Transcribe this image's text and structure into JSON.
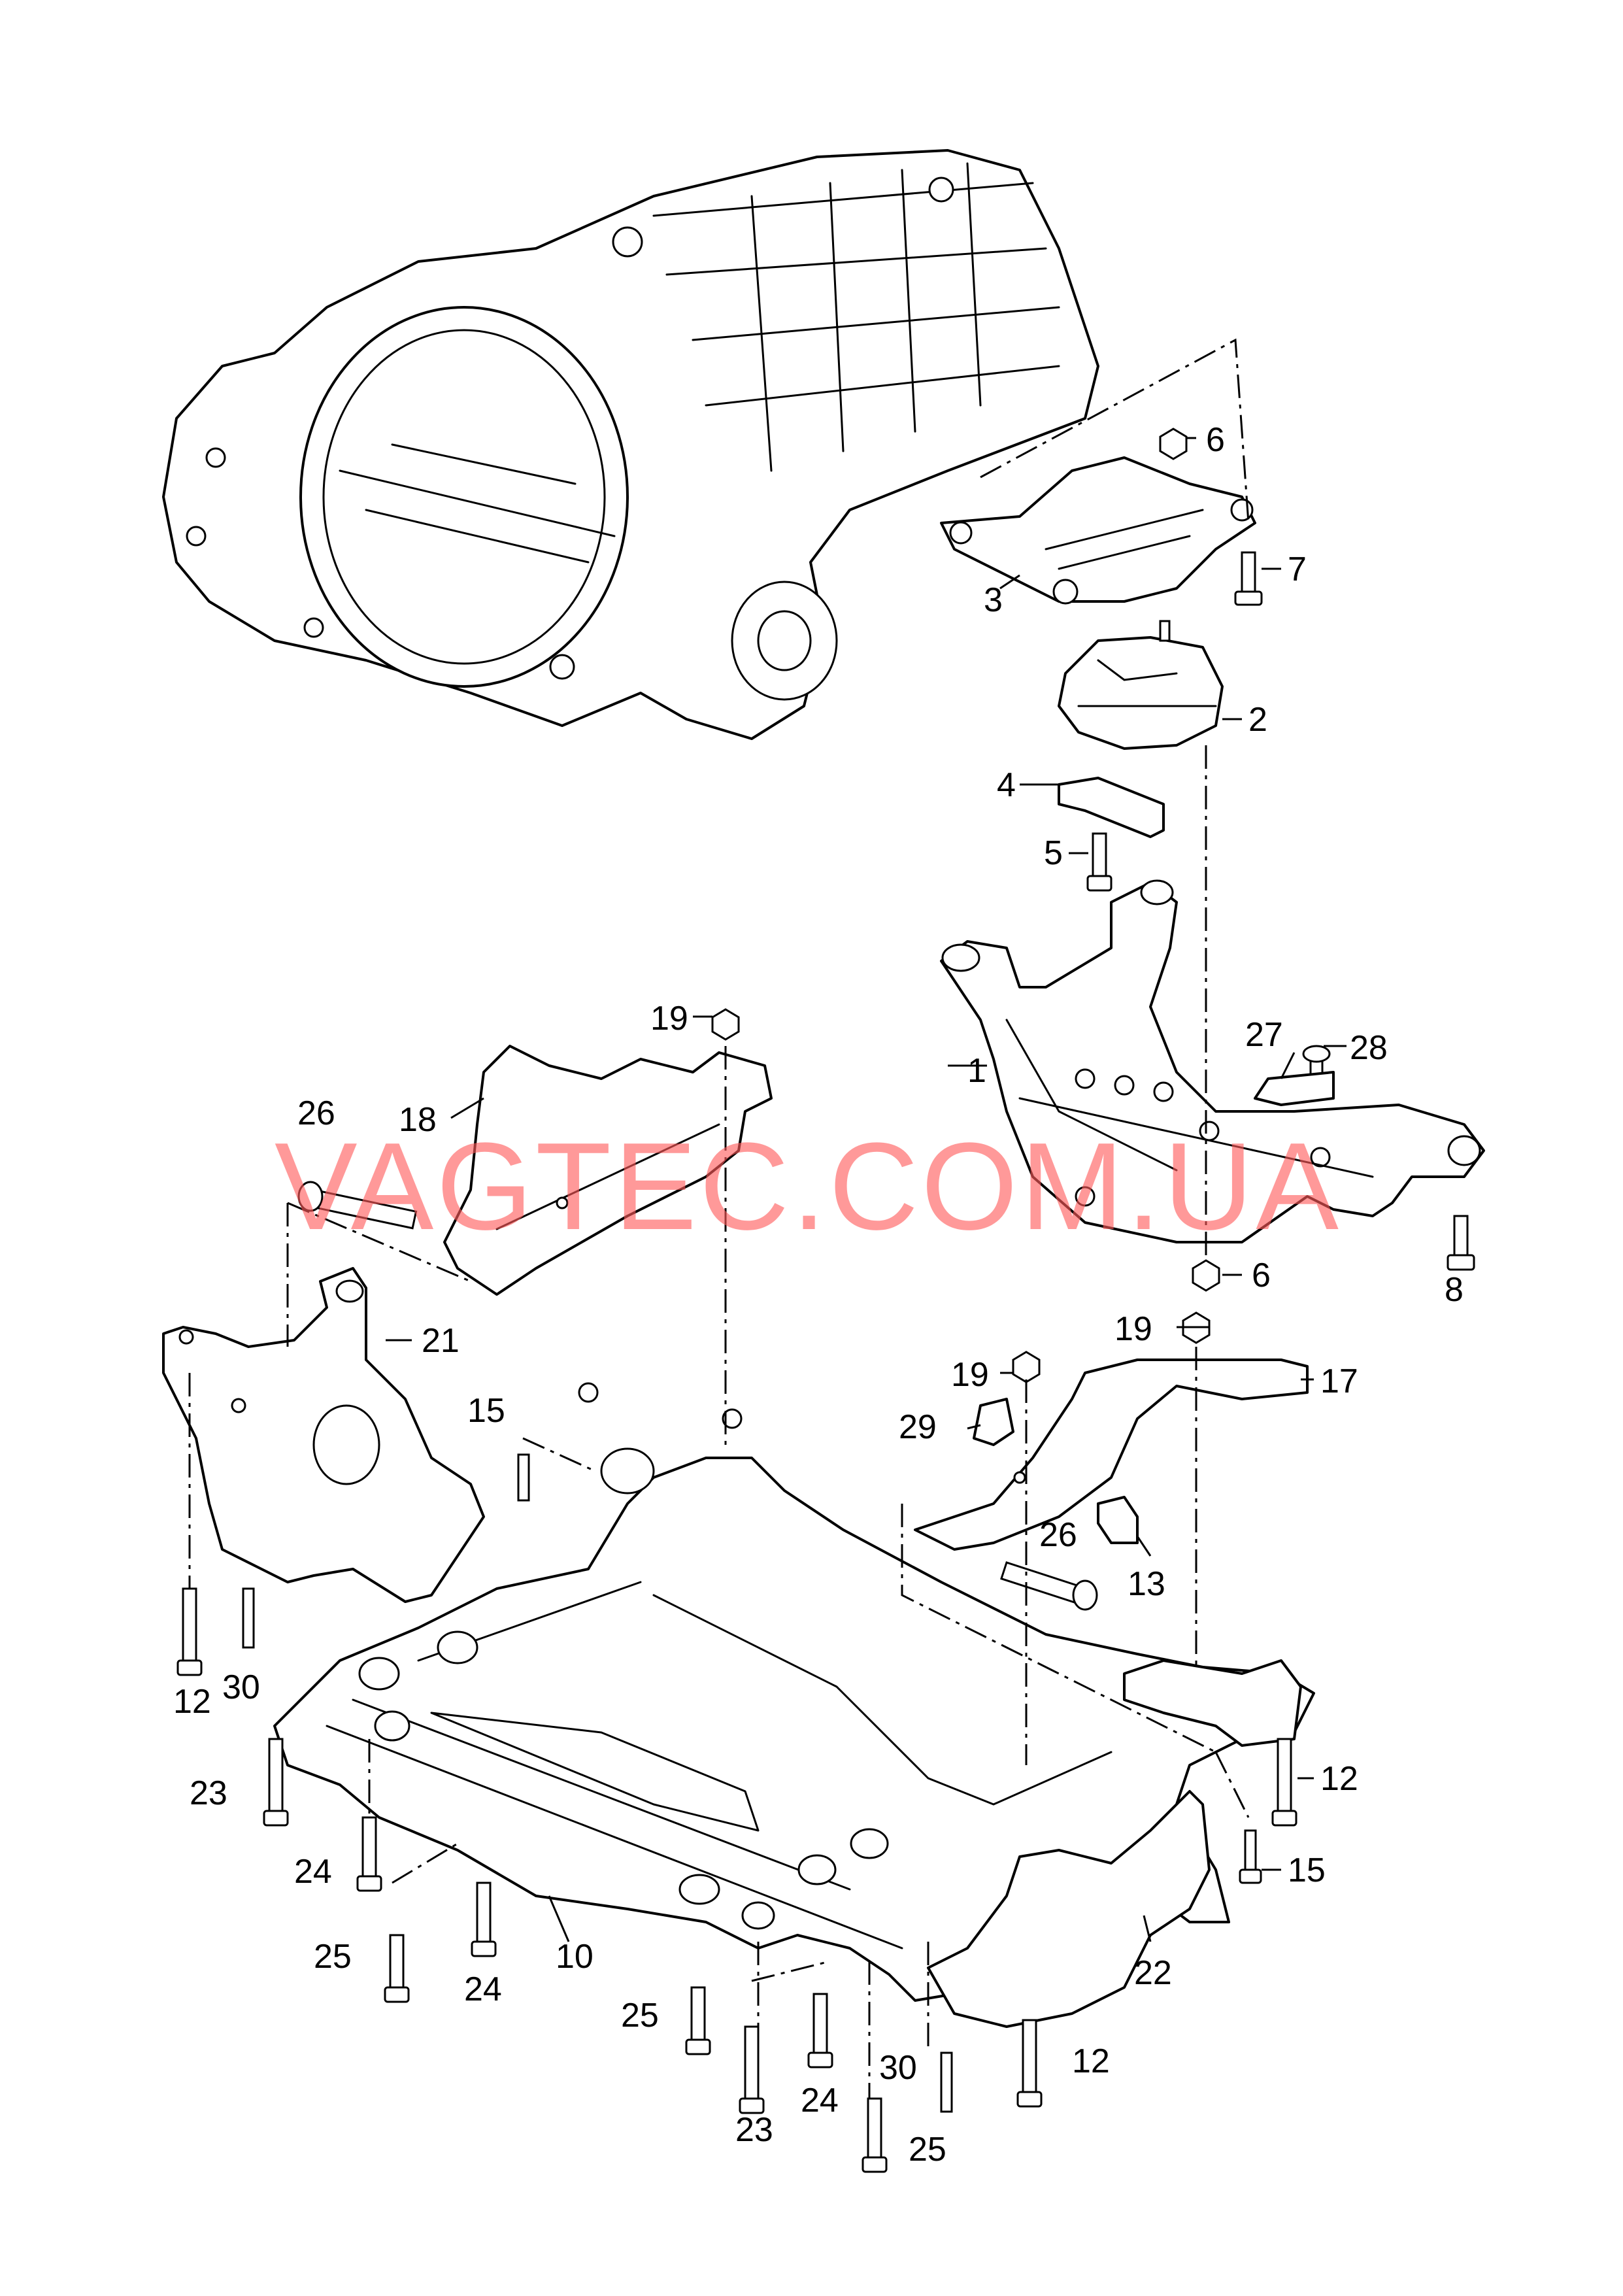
{
  "watermark": "VAGTEC.COM.UA",
  "callouts": [
    "1",
    "2",
    "3",
    "4",
    "5",
    "6",
    "6",
    "7",
    "8",
    "10",
    "12",
    "12",
    "12",
    "12",
    "13",
    "15",
    "15",
    "17",
    "18",
    "19",
    "19",
    "19",
    "21",
    "22",
    "23",
    "23",
    "24",
    "24",
    "24",
    "25",
    "25",
    "25",
    "25",
    "26",
    "26",
    "27",
    "28",
    "29",
    "30",
    "30"
  ],
  "colors": {
    "line": "#000000",
    "background": "#ffffff",
    "watermark": "#ff5a5a"
  }
}
